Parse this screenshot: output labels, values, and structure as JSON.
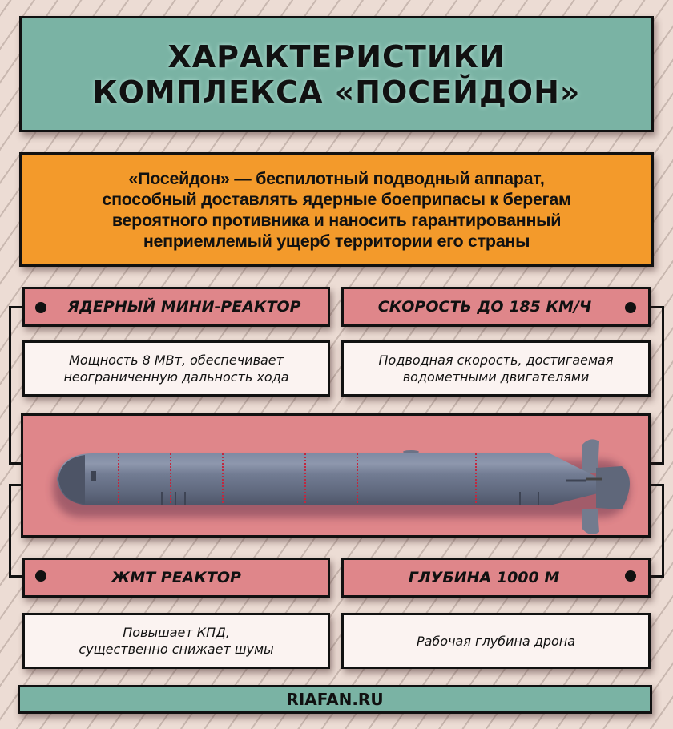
{
  "header": {
    "title_line1": "ХАРАКТЕРИСТИКИ",
    "title_line2": "КОМПЛЕКСА «ПОСЕЙДОН»"
  },
  "intro": {
    "lead": "«Посейдон» —",
    "line1_rest": " беспилотный подводный аппарат,",
    "line2": "способный доставлять ядерные боеприпасы к берегам",
    "line3": "вероятного противника и наносить гарантированный",
    "line4": "неприемлемый ущерб территории его страны"
  },
  "features": [
    {
      "title": "ЯДЕРНЫЙ МИНИ-РЕАКТОР",
      "desc_line1": "Мощность 8 МВт, обеспечивает",
      "desc_line2": "неограниченную дальность хода"
    },
    {
      "title": "СКОРОСТЬ ДО 185 КМ/Ч",
      "desc_line1": "Подводная скорость, достигаемая",
      "desc_line2": "водометными двигателями"
    },
    {
      "title": "ЖМТ РЕАКТОР",
      "desc_line1": "Повышает КПД,",
      "desc_line2": "существенно снижает шумы"
    },
    {
      "title": "ГЛУБИНА 1000 М",
      "desc_line1": "Рабочая глубина дрона",
      "desc_line2": ""
    }
  ],
  "illustration": {
    "subject": "underwater-drone"
  },
  "footer": {
    "source": "RIAFAN.RU"
  },
  "colors": {
    "teal": "#7ab3a4",
    "orange": "#f39a2b",
    "pink": "#df868a",
    "cream": "#fbf3f1",
    "background": "#ecdcd4"
  }
}
